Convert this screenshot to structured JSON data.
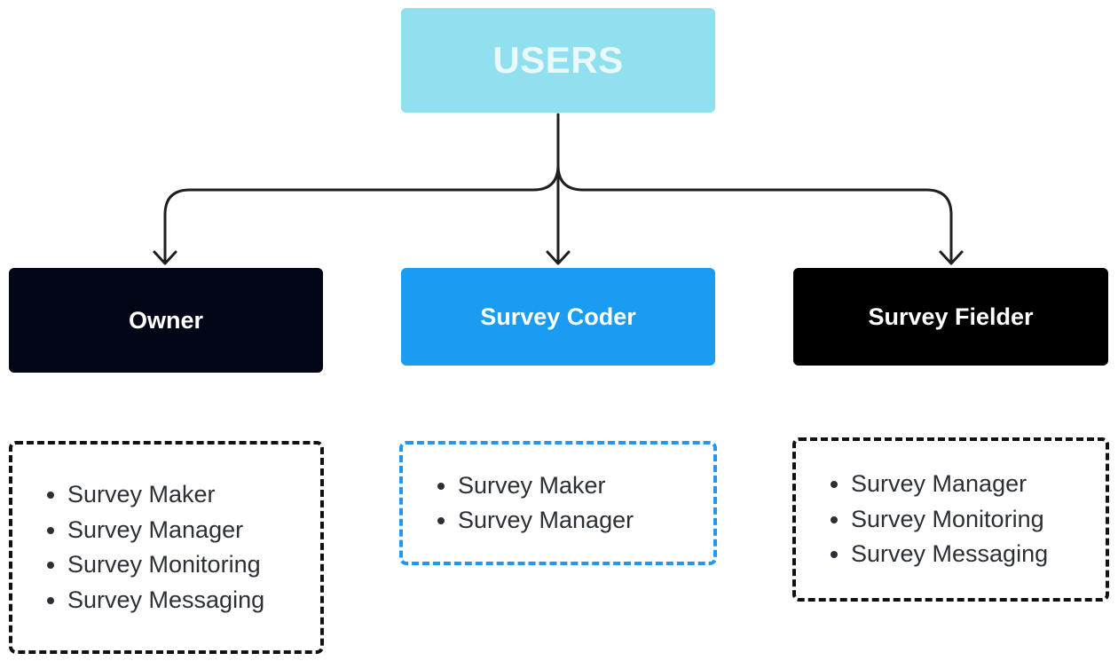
{
  "root": {
    "label": "USERS",
    "color": "#90e0ef"
  },
  "roles": [
    {
      "label": "Owner",
      "color": "#020617",
      "permissions": [
        "Survey Maker",
        "Survey Manager",
        "Survey Monitoring",
        "Survey Messaging"
      ]
    },
    {
      "label": "Survey Coder",
      "color": "#1a9cf3",
      "permissions": [
        "Survey Maker",
        "Survey Manager"
      ]
    },
    {
      "label": "Survey Fielder",
      "color": "#000000",
      "permissions": [
        "Survey Manager",
        "Survey Monitoring",
        "Survey Messaging"
      ]
    }
  ]
}
